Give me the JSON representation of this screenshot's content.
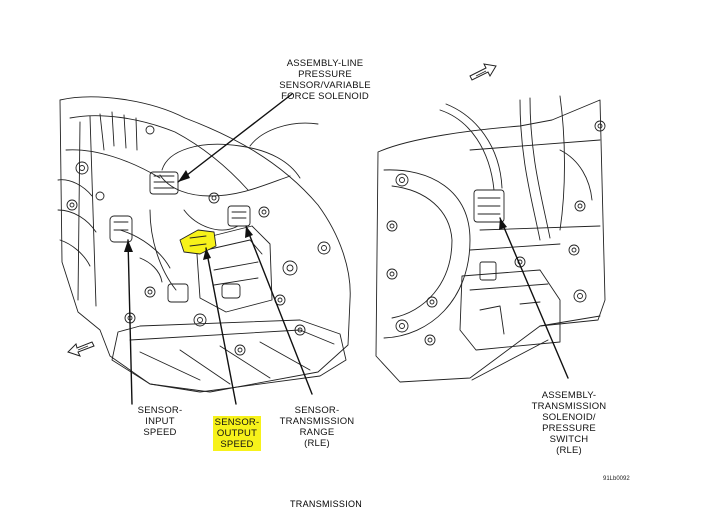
{
  "labels": {
    "line_pressure_solenoid": "ASSEMBLY-LINE\nPRESSURE\nSENSOR/VARIABLE\nFORCE SOLENOID",
    "input_speed_sensor": "SENSOR-\nINPUT\nSPEED",
    "output_speed_sensor": "SENSOR-\nOUTPUT\nSPEED",
    "range_sensor": "SENSOR-\nTRANSMISSION\nRANGE\n(RLE)",
    "solenoid_pressure_switch": "ASSEMBLY-\nTRANSMISSION\nSOLENOID/\nPRESSURE\nSWITCH\n(RLE)"
  },
  "caption": "TRANSMISSION",
  "figure_code": "91Lb0092",
  "colors": {
    "highlight": "#f7f21a",
    "line": "#111111"
  },
  "icons": [
    "front-arrow-icon",
    "front-arrow-icon"
  ]
}
